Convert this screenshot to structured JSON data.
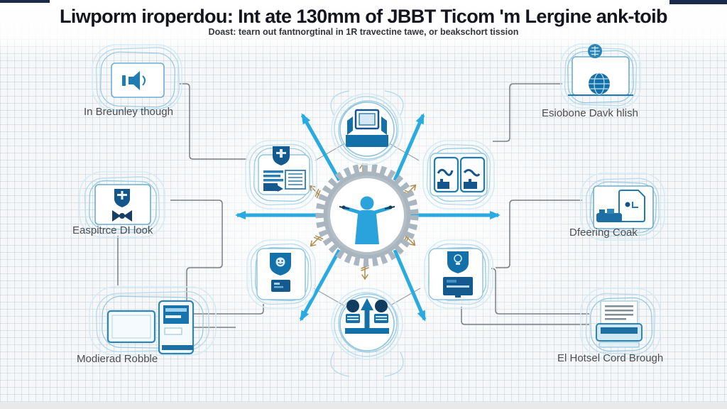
{
  "header": {
    "title": "Liwporm iroperdou: Int ate 130mm of JBBT Ticom 'm Lergine ank-toib",
    "subtitle": "Doast: tearn out fantnorgtinal in 1R travectine tawe, or beakschort tission"
  },
  "hub": {
    "icon": "person-gear-icon"
  },
  "outer_nodes": [
    {
      "id": "top-left",
      "label": "In Breunley though",
      "icon": "screen-speaker-icon"
    },
    {
      "id": "top-right",
      "label": "Esiobone Davk hlish",
      "icon": "laptop-globe-icon"
    },
    {
      "id": "middle-left",
      "label": "Easpitrce DI look",
      "icon": "screen-shield-person-icon"
    },
    {
      "id": "middle-right",
      "label": "Dfeering Coak",
      "icon": "desk-monitor-icon"
    },
    {
      "id": "bottom-left",
      "label": "Modierad Robble",
      "icon": "desktop-tower-icon"
    },
    {
      "id": "bottom-right",
      "label": "El Hotsel Cord Brough",
      "icon": "printer-icon"
    }
  ],
  "inner_nodes": [
    {
      "id": "top",
      "icon": "computer-in-tray-icon"
    },
    {
      "id": "upper-left",
      "icon": "shield-document-icon"
    },
    {
      "id": "upper-right",
      "icon": "open-book-icon"
    },
    {
      "id": "lower-left",
      "icon": "shield-id-card-icon"
    },
    {
      "id": "lower-right",
      "icon": "shield-monitor-icon"
    },
    {
      "id": "bottom",
      "icon": "team-growth-icon"
    }
  ],
  "colors": {
    "arrow_blue": "#29abe2",
    "icon_dark_blue": "#155a8e",
    "icon_mid_blue": "#1e7cb2",
    "sketch_blue": "#9fcde6",
    "gear_gray": "#aab6bf",
    "gold": "#b08d4f",
    "connector_gray": "#7a7f85",
    "title_navy": "#15151f",
    "corner_navy": "#1c2b4a"
  }
}
